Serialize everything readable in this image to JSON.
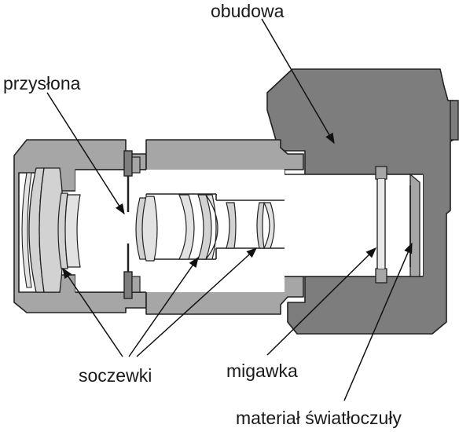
{
  "labels": {
    "housing": "obudowa",
    "aperture": "przysłona",
    "lenses": "soczewki",
    "shutter": "migawka",
    "sensor": "materiał światłoczuły"
  },
  "colors": {
    "body_dark": "#7d7d7d",
    "lens_barrel": "#a6a6a6",
    "glass": "#d2d2d2",
    "outline": "#222222",
    "background": "#ffffff"
  }
}
